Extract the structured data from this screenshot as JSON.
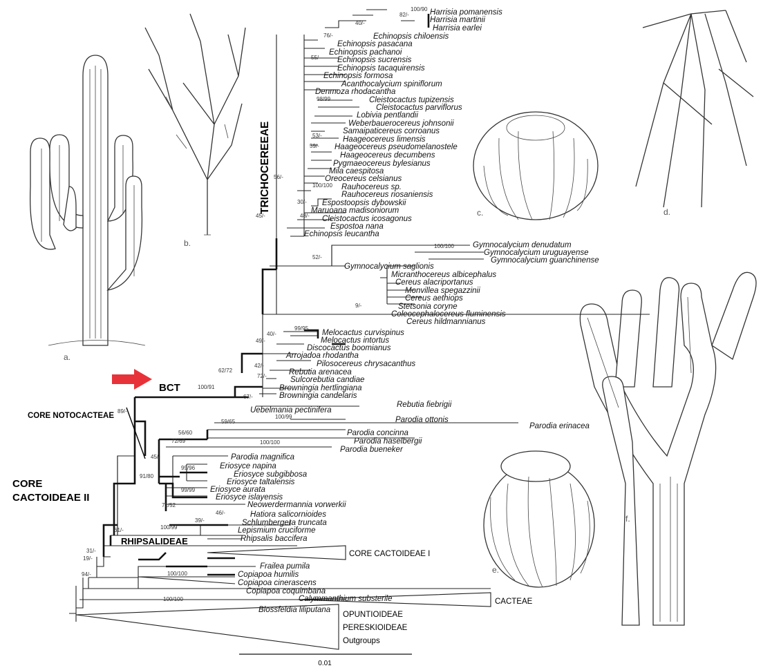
{
  "clades": {
    "trichocereeae": "TRICHOCEREEAE",
    "bct": "BCT",
    "core_notocacteae": "CORE NOTOCACTEAE",
    "core_cactoideae_ii_1": "CORE",
    "core_cactoideae_ii_2": "CACTOIDEAE II",
    "rhipsalideae": "RHIPSALIDEAE",
    "core_cactoideae_i": "CORE CACTOIDEAE I",
    "cacteae": "CACTEAE",
    "opuntioideae": "OPUNTIOIDEAE",
    "pereskioideae": "PERESKIOIDEAE",
    "outgroups": "Outgroups"
  },
  "taxa": [
    "Harrisia pomanensis",
    "Harrisia martinii",
    "Harrisia earlei",
    "Echinopsis chiloensis",
    "Echinopsis pasacana",
    "Echinopsis pachanoi",
    "Echinopsis sucrensis",
    "Echinopsis tacaquirensis",
    "Echinopsis formosa",
    "Acanthocalycium spiniflorum",
    "Denmoza rhodacantha",
    "Cleistocactus tupizensis",
    "Cleistocactus parviflorus",
    "Lobivia pentlandii",
    "Weberbauerocereus johnsonii",
    "Samaipaticereus corroanus",
    "Haageocereus limensis",
    "Haageocereus pseudomelanostele",
    "Haageocereus decumbens",
    "Pygmaeocereus bylesianus",
    "Mila caespitosa",
    "Oreocereus celsianus",
    "Rauhocereus sp.",
    "Rauhocereus riosaniensis",
    "Espostoopsis dybowskii",
    "Maruoana madisoniorum",
    "Cleistocactus icosagonus",
    "Espostoa nana",
    "Echinopsis leucantha",
    "Gymnocalycium denudatum",
    "Gymnocalycium uruguayense",
    "Gymnocalycium guanchinense",
    "Gymnocalycium saglionis",
    "Micranthocereus albicephalus",
    "Cereus alacriportanus",
    "Monvillea spegazzinii",
    "Cereus aethiops",
    "Stetsonia coryne",
    "Coleocephalocereus fluminensis",
    "Cereus hildmannianus",
    "Melocactus curvispinus",
    "Melocactus intortus",
    "Discocactus boomianus",
    "Arrojadoa rhodantha",
    "Pilosocereus chrysacanthus",
    "Rebutia arenacea",
    "Sulcorebutia candiae",
    "Browningia hertlingiana",
    "Browningia candelaris",
    "Rebutia fiebrigii",
    "Uebelmania pectinifera",
    "Parodia ottonis",
    "Parodia erinacea",
    "Parodia concinna",
    "Parodia haselbergii",
    "Parodia bueneker",
    "Parodia magnifica",
    "Eriosyce napina",
    "Eriosyce subgibbosa",
    "Eriosyce taltalensis",
    "Eriosyce aurata",
    "Eriosyce islayensis",
    "Neowerdermannia vorwerkii",
    "Hatiora salicornioides",
    "Schlumbergera truncata",
    "Lepismium cruciforme",
    "Rhipsalis baccifera",
    "Frailea pumila",
    "Copiapoa humilis",
    "Copiapoa cinerascens",
    "Copiapoa coquimbana",
    "Calymmanthium substerile",
    "Blossfeldia liliputana"
  ],
  "support": [
    "82/-",
    "100/90",
    "40/-",
    "76/-",
    "55/-",
    "98/99",
    "53/-",
    "59/-",
    "100/100",
    "56/-",
    "30/-",
    "48/-",
    "45/-",
    "100/100",
    "52/-",
    "9/-",
    "99/95",
    "40/-",
    "49/-",
    "42/-",
    "72/-",
    "62/72",
    "67/-",
    "100/91",
    "100/99",
    "59/65",
    "56/60",
    "100/100",
    "72/69",
    "45/-",
    "99/96",
    "91/80",
    "99/99",
    "71/52",
    "89/-",
    "46/-",
    "39/-",
    "100/99",
    "61/-",
    "31/-",
    "19/-",
    "100/100",
    "94/-",
    "100/100"
  ],
  "panels": [
    "a.",
    "b.",
    "c.",
    "d.",
    "e.",
    "f."
  ],
  "scale_bar": "0.01",
  "colors": {
    "arrow": "#e8323a"
  }
}
